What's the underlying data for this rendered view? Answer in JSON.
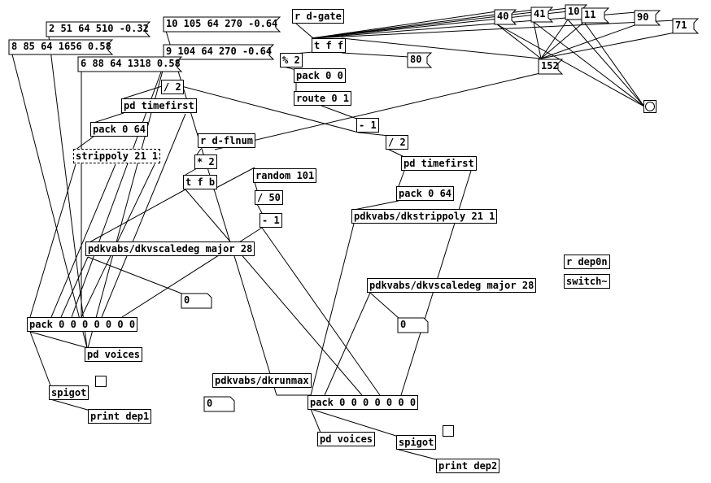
{
  "objects": {
    "r_dgate": "r d-gate",
    "t_f_f": "t f f",
    "mod_2": "% 2",
    "pack_0_0": "pack 0 0",
    "route_0_1": "route 0 1",
    "minus_1_a": "- 1",
    "div_2_a": "/ 2",
    "pd_timefirst_a": "pd timefirst",
    "pack_0_64_a": "pack 0 64",
    "strippoly": "strippoly 21 1",
    "r_dflnum": "r d-flnum",
    "mul_2": "* 2",
    "t_f_b": "t f b",
    "random_101": "random 101",
    "div_50": "/ 50",
    "minus_1_b": "- 1",
    "div_2_b": "/ 2",
    "pd_timefirst_b": "pd timefirst",
    "pack_0_64_b": "pack 0 64",
    "dkstrippoly": "pdkvabs/dkstrippoly 21 1",
    "dkscaledeg_a": "pdkvabs/dkvscaledeg major 28",
    "dkscaledeg_b": "pdkvabs/dkvscaledeg major 28",
    "pack_7_a": "pack 0 0 0 0 0 0 0",
    "pd_voices_a": "pd voices",
    "spigot_a": "spigot",
    "print_dep1": "print dep1",
    "dkrunmax": "pdkvabs/dkrunmax",
    "pack_7_b": "pack 0 0 0 0 0 0 0",
    "pd_voices_b": "pd voices",
    "spigot_b": "spigot",
    "print_dep2": "print dep2",
    "r_dep0n": "r dep0n",
    "switch": "switch~"
  },
  "messages": {
    "m1": "2 51 64 510 -0.32",
    "m2": "10 105 64 270 -0.64",
    "m3": "8 85 64 1656 0.58",
    "m4": "9 104 64 270 -0.64",
    "m5": "6 88 64 1318 0.58",
    "m40": "40",
    "m41": "41",
    "m10": "10",
    "m11": "11",
    "m90": "90",
    "m71": "71",
    "m80": "80",
    "m152": "152"
  },
  "atoms": {
    "a1": "0",
    "a2": "0",
    "a3": "0"
  }
}
